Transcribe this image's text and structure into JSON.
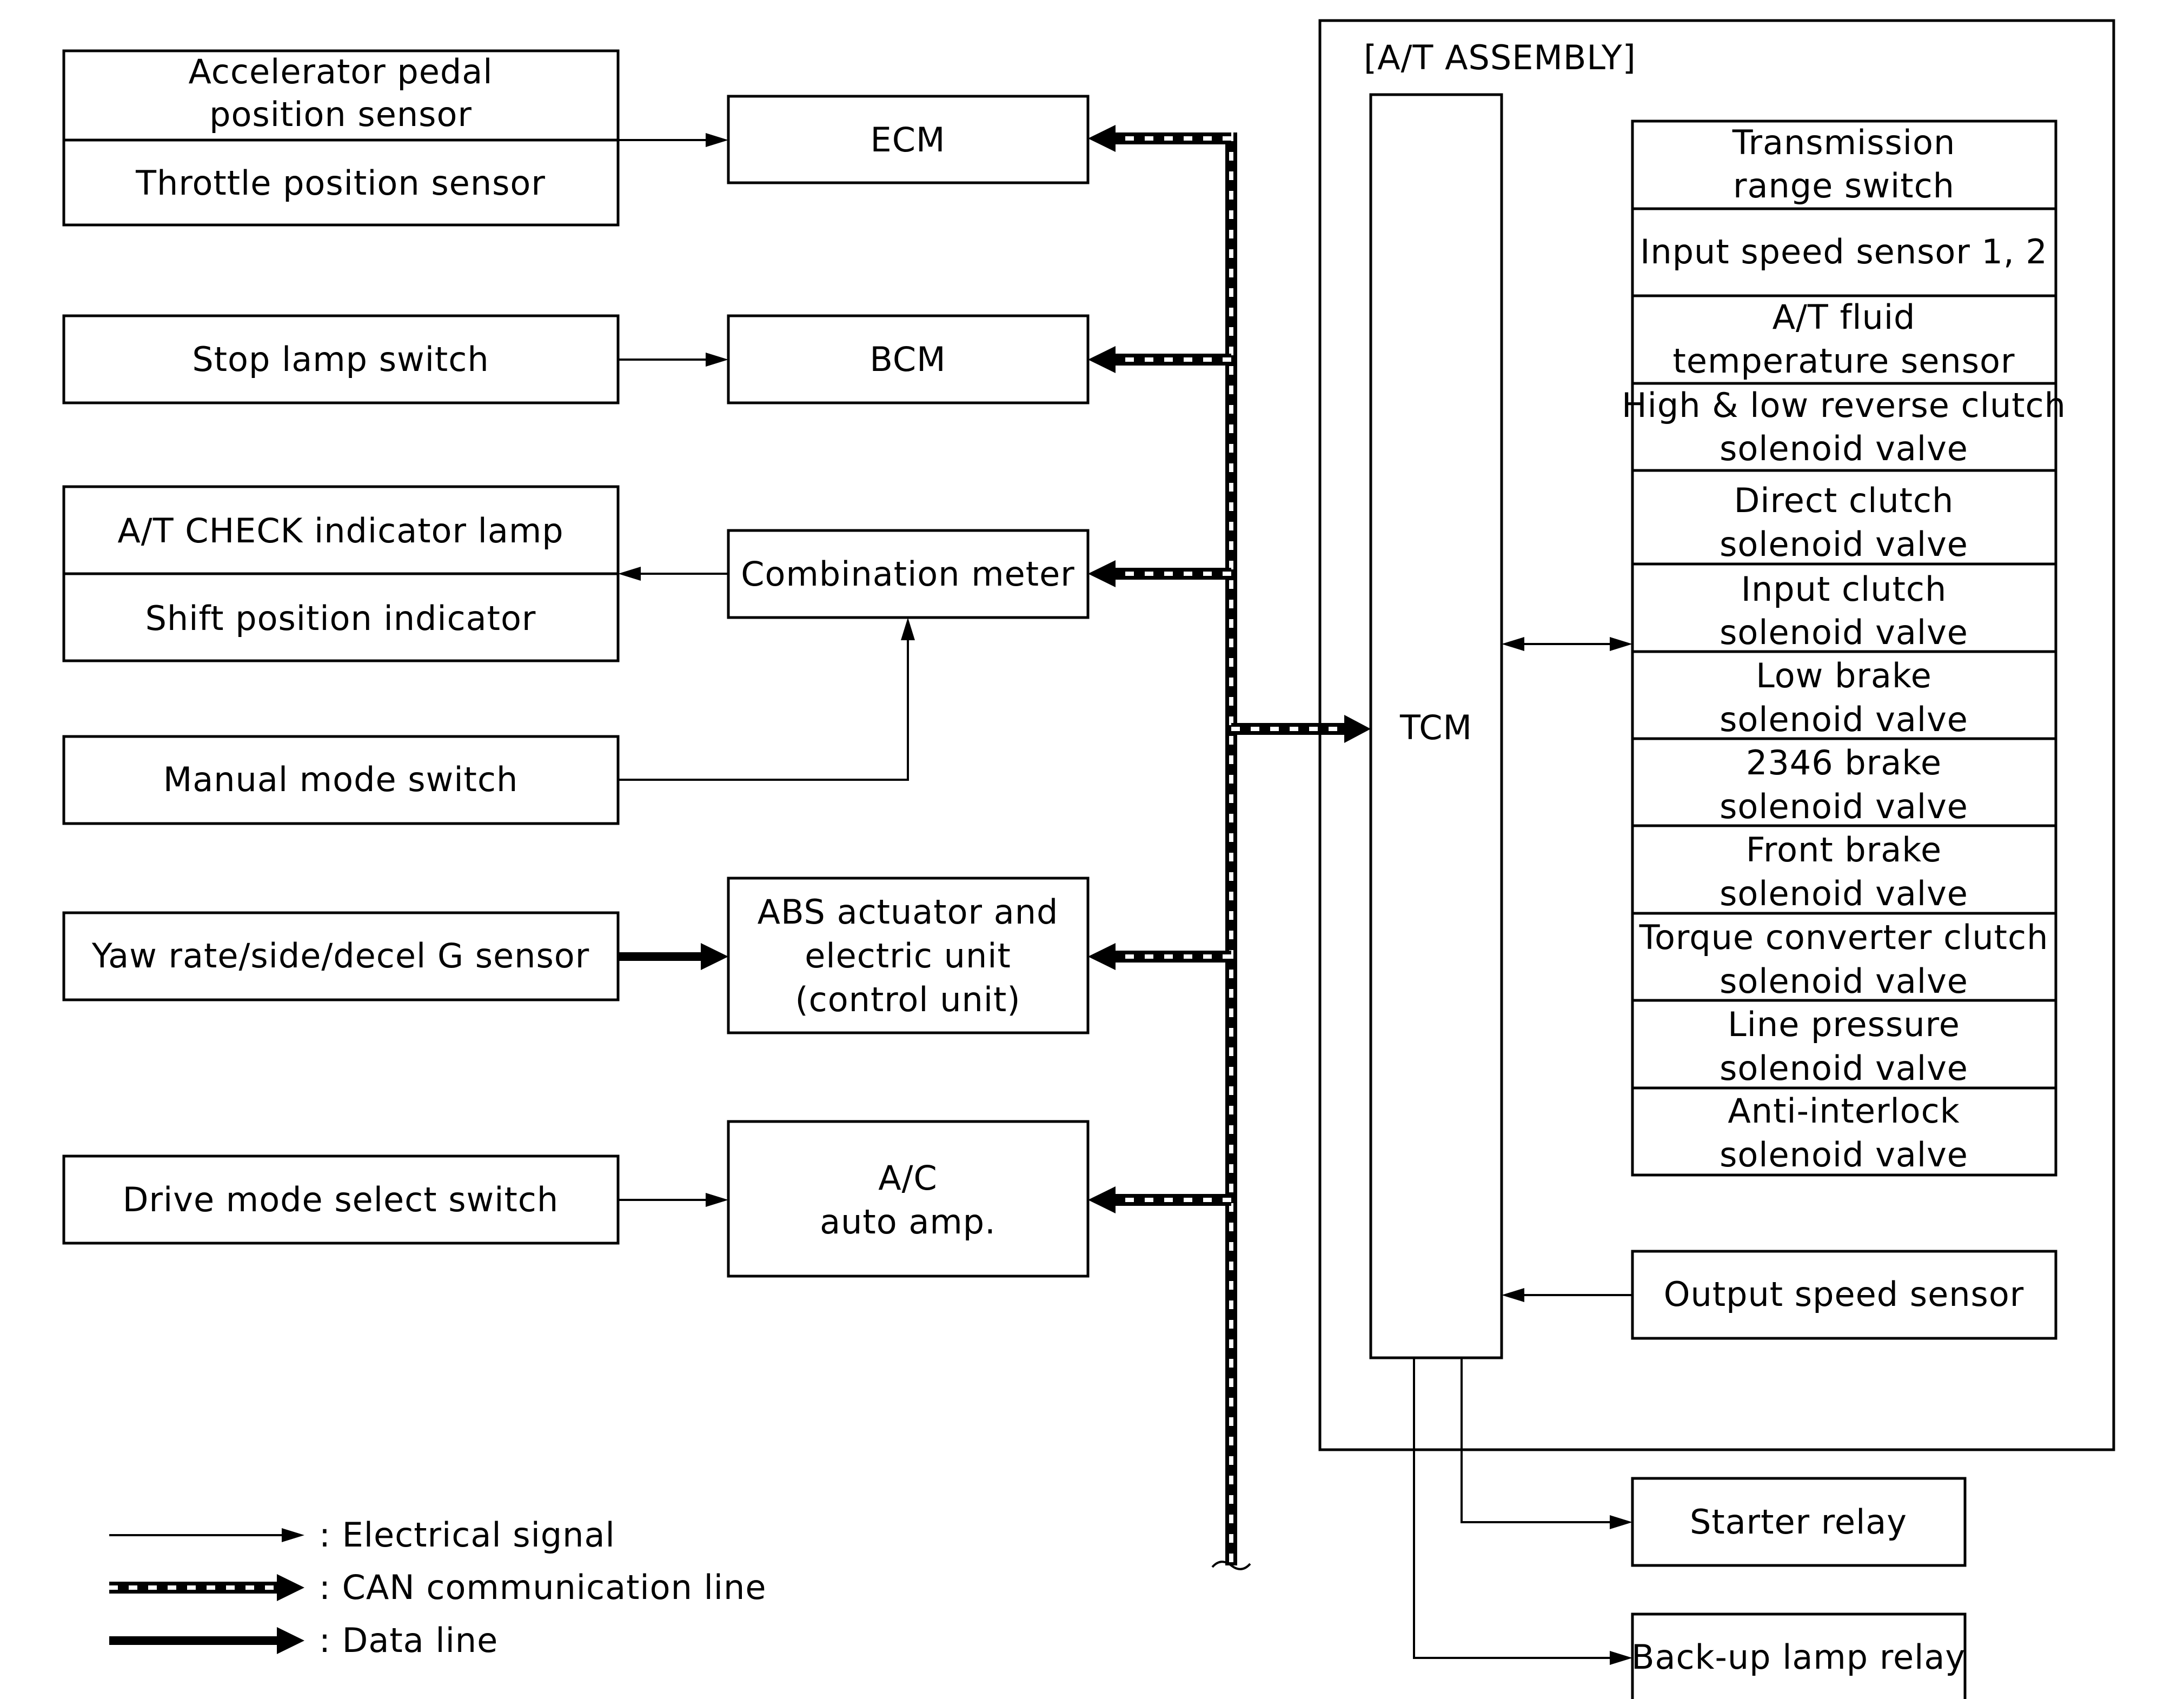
{
  "diagram": {
    "assembly_label": "[A/T ASSEMBLY]",
    "inputs": {
      "accelerator_pedal_line1": "Accelerator pedal",
      "accelerator_pedal_line2": "position sensor",
      "throttle_position": "Throttle position sensor",
      "stop_lamp": "Stop lamp switch",
      "at_check_lamp": "A/T CHECK indicator lamp",
      "shift_position": "Shift position indicator",
      "manual_mode": "Manual mode switch",
      "yaw_rate": "Yaw rate/side/decel G sensor",
      "drive_mode": "Drive mode select switch"
    },
    "units": {
      "ecm": "ECM",
      "bcm": "BCM",
      "combination_meter": "Combination meter",
      "abs_line1": "ABS actuator and",
      "abs_line2": "electric unit",
      "abs_line3": "(control unit)",
      "ac_line1": "A/C",
      "ac_line2": "auto amp.",
      "tcm": "TCM"
    },
    "at_components": [
      {
        "line1": "Transmission",
        "line2": "range switch"
      },
      {
        "line1": "Input speed sensor 1, 2",
        "line2": ""
      },
      {
        "line1": "A/T fluid",
        "line2": "temperature sensor"
      },
      {
        "line1": "High & low reverse clutch",
        "line2": "solenoid valve"
      },
      {
        "line1": "Direct clutch",
        "line2": "solenoid valve"
      },
      {
        "line1": "Input clutch",
        "line2": "solenoid valve"
      },
      {
        "line1": "Low brake",
        "line2": "solenoid valve"
      },
      {
        "line1": "2346 brake",
        "line2": "solenoid valve"
      },
      {
        "line1": "Front brake",
        "line2": "solenoid valve"
      },
      {
        "line1": "Torque converter clutch",
        "line2": "solenoid valve"
      },
      {
        "line1": "Line pressure",
        "line2": "solenoid valve"
      },
      {
        "line1": "Anti-interlock",
        "line2": "solenoid valve"
      }
    ],
    "output_speed_sensor": "Output speed sensor",
    "outputs": {
      "starter_relay": "Starter relay",
      "backup_lamp_relay": "Back-up lamp relay"
    },
    "legend": {
      "electrical": ": Electrical signal",
      "can": ": CAN communication line",
      "data": ": Data line"
    }
  }
}
